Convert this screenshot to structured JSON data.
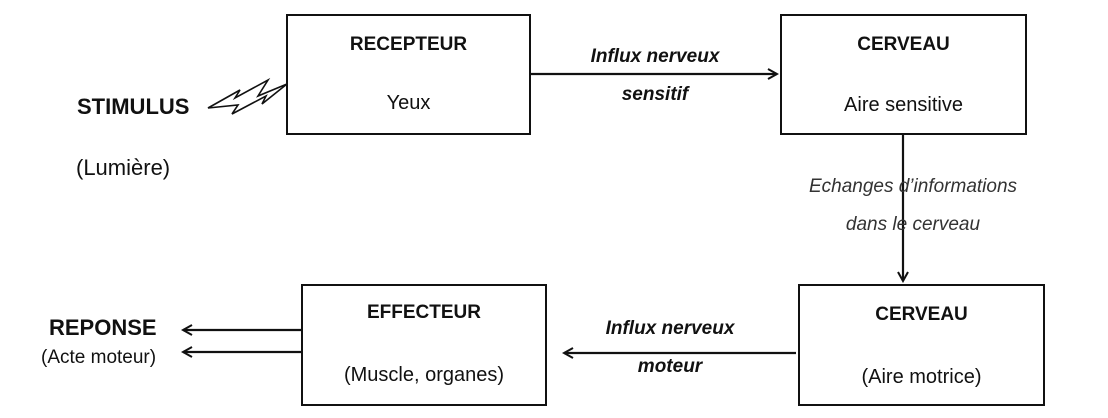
{
  "stimulus": {
    "label": "STIMULUS",
    "detail": "(Lumière)"
  },
  "recepteur": {
    "title": "RECEPTEUR",
    "subtitle": "Yeux"
  },
  "cerveau_sensitif": {
    "title": "CERVEAU",
    "subtitle": "Aire sensitive"
  },
  "cerveau_moteur": {
    "title": "CERVEAU",
    "subtitle": "(Aire motrice)"
  },
  "effecteur": {
    "title": "EFFECTEUR",
    "subtitle": "(Muscle, organes)"
  },
  "reponse": {
    "label": "REPONSE",
    "detail": "(Acte moteur)"
  },
  "arrows": {
    "sensitif_line1": "Influx nerveux",
    "sensitif_line2": "sensitif",
    "echanges_line1": "Echanges d’informations",
    "echanges_line2": "dans le cerveau",
    "moteur_line1": "Influx nerveux",
    "moteur_line2": "moteur"
  },
  "colors": {
    "stroke": "#111111",
    "background": "#ffffff"
  }
}
